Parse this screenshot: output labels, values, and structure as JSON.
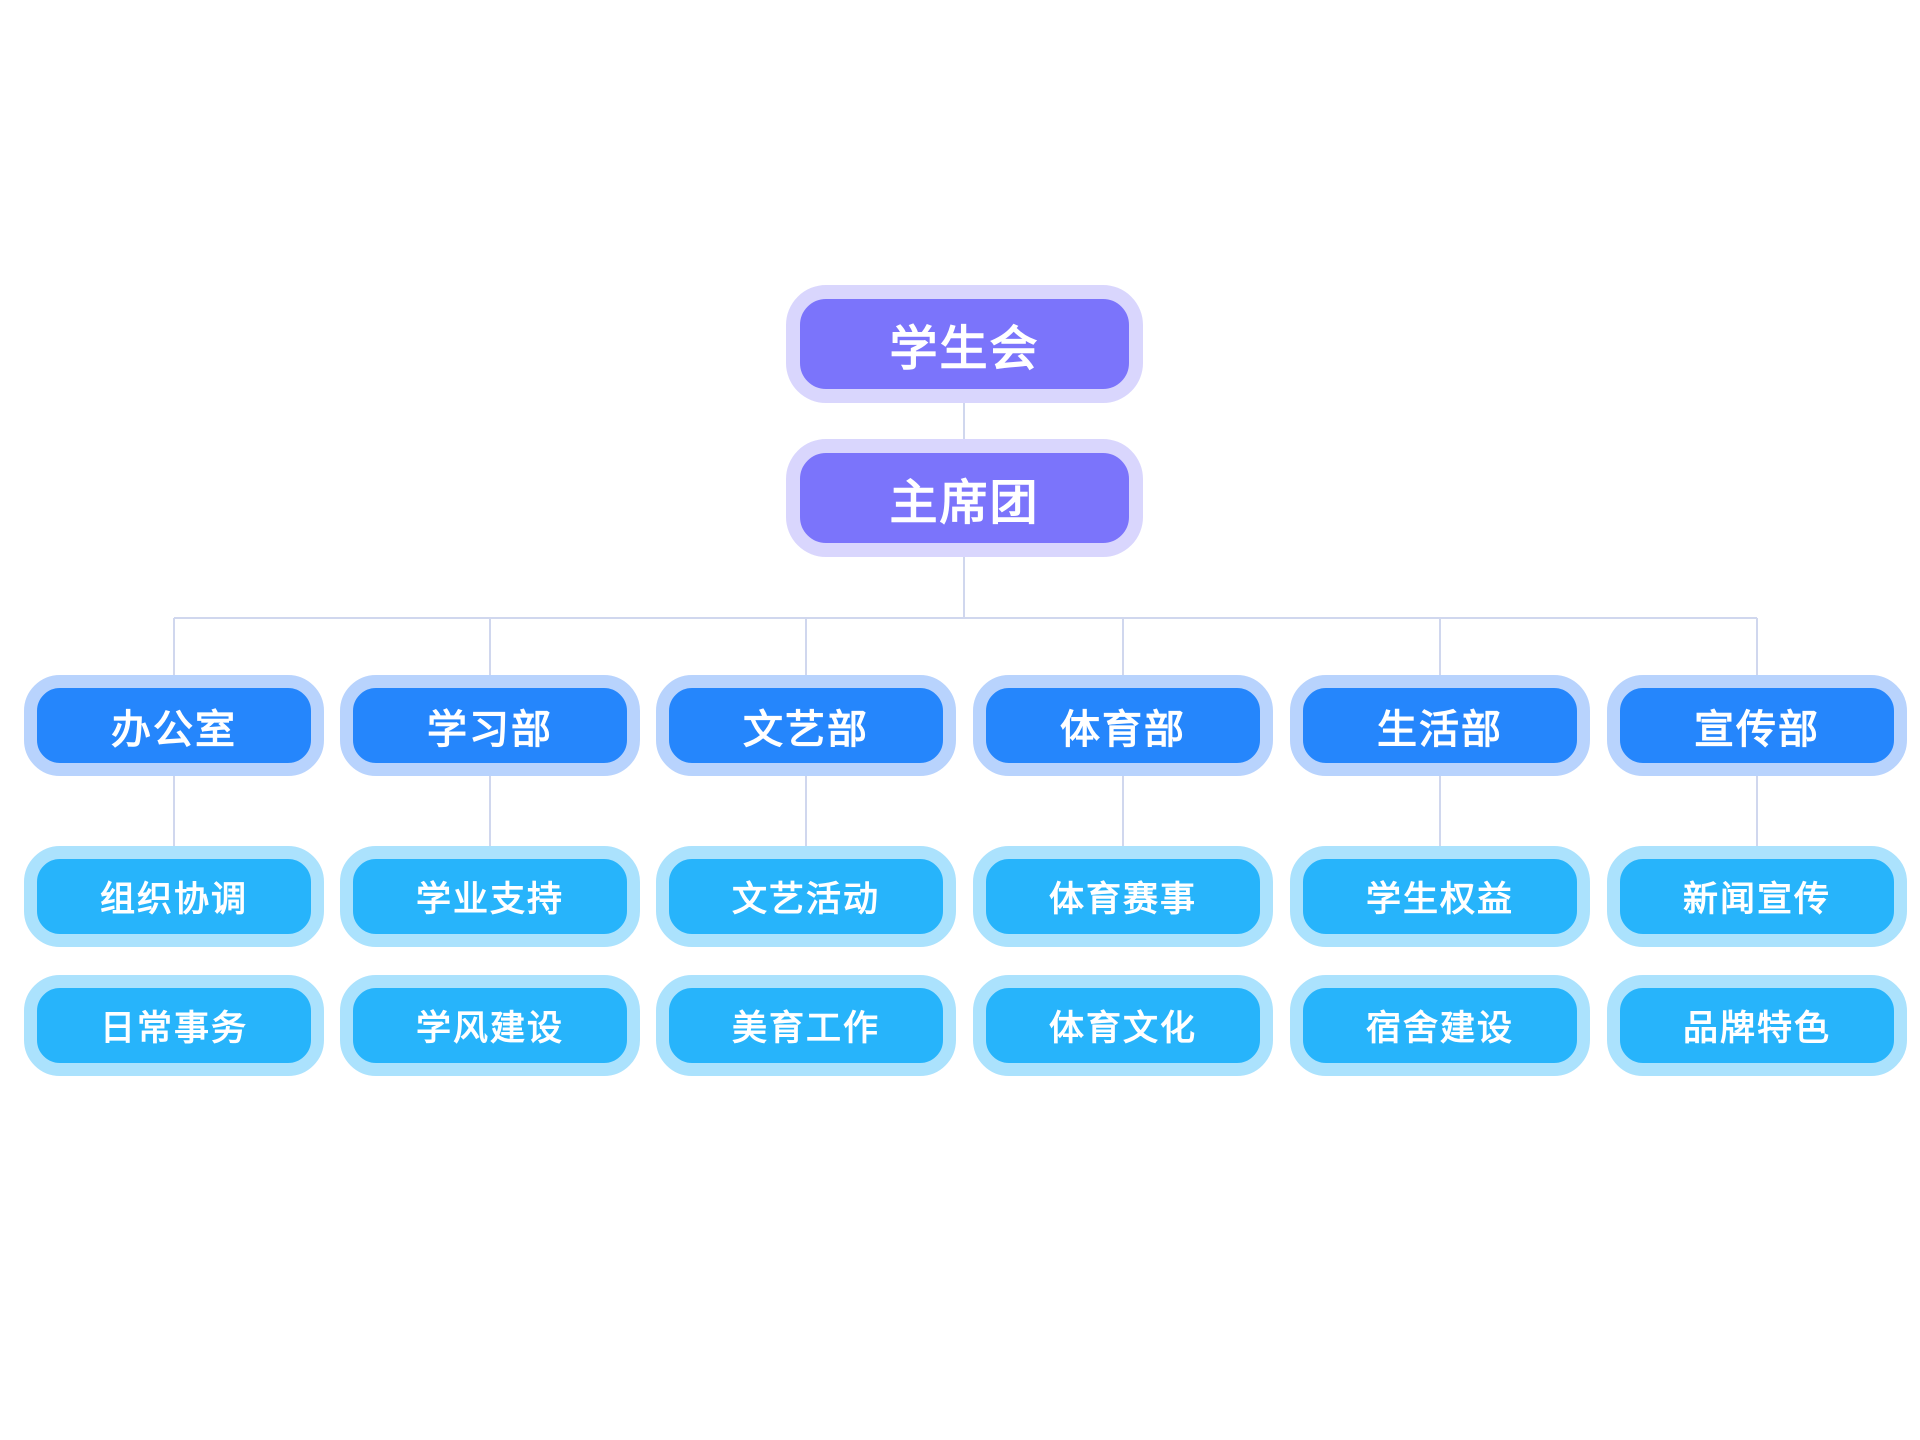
{
  "colors": {
    "root_fill": "#7b74fb",
    "root_border": "#d9d6fd",
    "dept_fill": "#2586fc",
    "dept_border": "#b8d3fd",
    "func_fill": "#27b4fb",
    "func_border": "#abe2fd",
    "connector": "#d0d7ee"
  },
  "root": {
    "label": "学生会"
  },
  "presidium": {
    "label": "主席团"
  },
  "departments": [
    {
      "label": "办公室",
      "functions": [
        "组织协调",
        "日常事务"
      ]
    },
    {
      "label": "学习部",
      "functions": [
        "学业支持",
        "学风建设"
      ]
    },
    {
      "label": "文艺部",
      "functions": [
        "文艺活动",
        "美育工作"
      ]
    },
    {
      "label": "体育部",
      "functions": [
        "体育赛事",
        "体育文化"
      ]
    },
    {
      "label": "生活部",
      "functions": [
        "学生权益",
        "宿舍建设"
      ]
    },
    {
      "label": "宣传部",
      "functions": [
        "新闻宣传",
        "品牌特色"
      ]
    }
  ]
}
